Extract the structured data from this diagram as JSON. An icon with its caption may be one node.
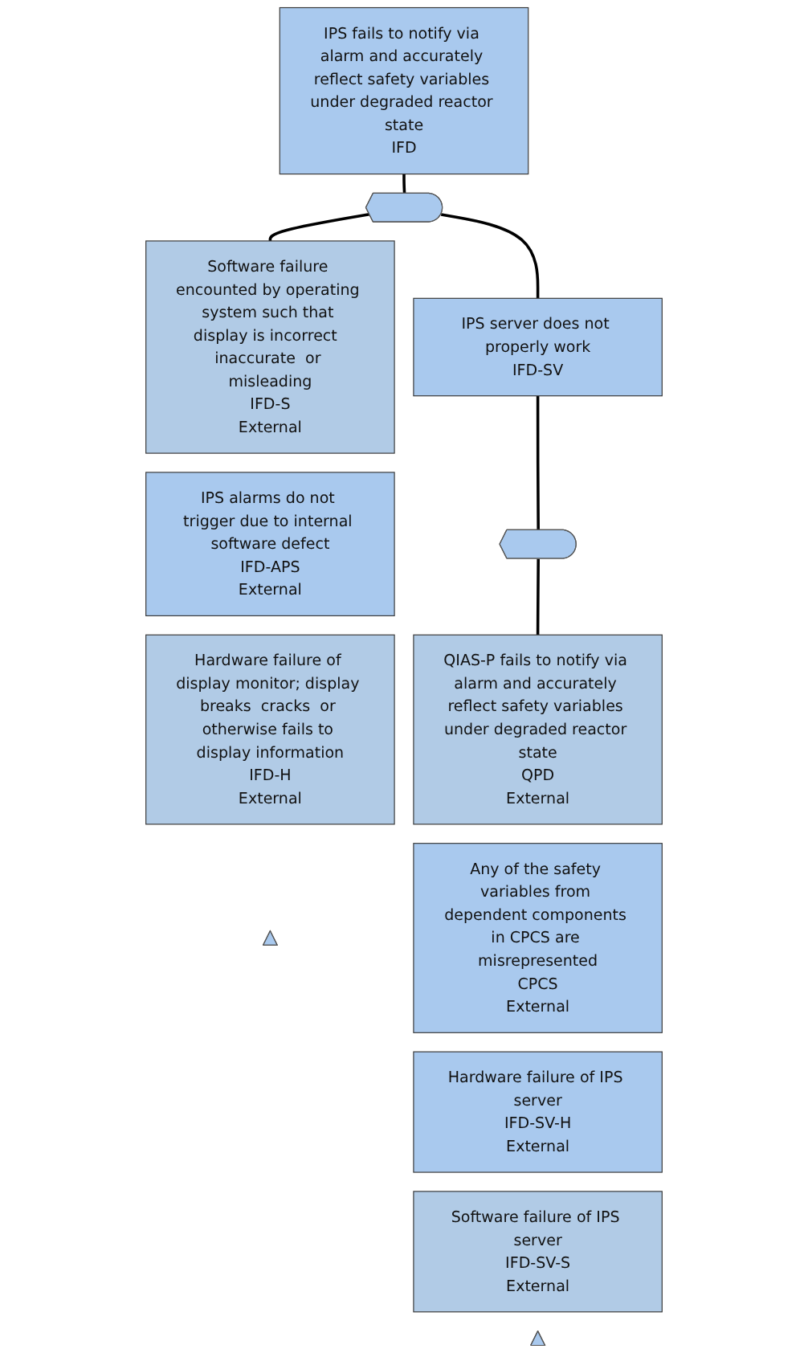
{
  "diagram": {
    "nodes": [
      {
        "text": [
          "IPS fails to notify via alarm and accurately reflect safety variables under degraded reactor state",
          "IFD"
        ]
      },
      {
        "text": [],
        "shape": "gate"
      },
      {
        "text": [
          "Software failure encounted by operating system such that display is incorrect  inaccurate  or misleading",
          "IFD-S",
          "External"
        ]
      },
      {
        "text": [
          "IPS alarms do not trigger due to internal software defect",
          "IFD-APS",
          "External"
        ]
      },
      {
        "text": [
          "Hardware failure of display monitor; display breaks  cracks  or otherwise fails to display information",
          "IFD-H",
          "External"
        ]
      },
      {
        "text": [],
        "shape": "triangle"
      },
      {
        "text": [
          "IPS server does not properly work",
          "IFD-SV"
        ]
      },
      {
        "text": [],
        "shape": "gate"
      },
      {
        "text": [
          "QIAS-P fails to notify via alarm and accurately reflect safety variables under degraded reactor state",
          "QPD",
          "External"
        ]
      },
      {
        "text": [
          "Any of the safety variables from dependent components in CPCS are misrepresented",
          "CPCS",
          "External"
        ]
      },
      {
        "text": [
          "Hardware failure of IPS server",
          "IFD-SV-H",
          "External"
        ]
      },
      {
        "text": [
          "Software failure of IPS server",
          "IFD-SV-S",
          "External"
        ]
      },
      {
        "text": [],
        "shape": "triangle"
      }
    ],
    "edges": [
      {
        "from": 0,
        "to": 1,
        "arrow": "none"
      },
      {
        "from": 1,
        "to": 2,
        "arrow": "none"
      },
      {
        "from": 1,
        "to": 6,
        "arrow": "none"
      },
      {
        "from": 6,
        "to": 7,
        "arrow": "none"
      },
      {
        "from": 7,
        "to": 8,
        "arrow": "none"
      }
    ]
  }
}
